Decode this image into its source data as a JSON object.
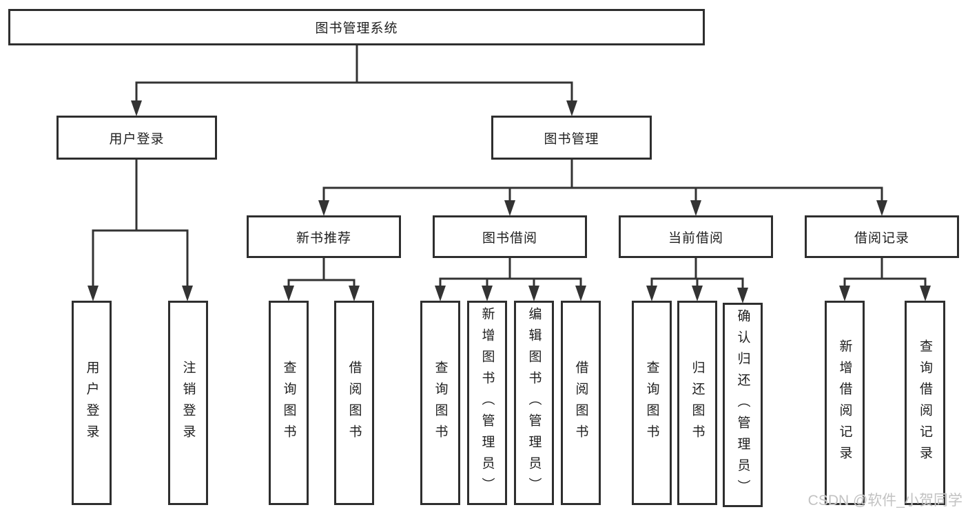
{
  "diagram": {
    "type": "tree",
    "root": {
      "label": "图书管理系统",
      "children": [
        {
          "label": "用户登录",
          "children": [
            {
              "label": "用户登录"
            },
            {
              "label": "注销登录"
            }
          ]
        },
        {
          "label": "图书管理",
          "children": [
            {
              "label": "新书推荐",
              "children": [
                {
                  "label": "查询图书"
                },
                {
                  "label": "借阅图书"
                }
              ]
            },
            {
              "label": "图书借阅",
              "children": [
                {
                  "label": "查询图书"
                },
                {
                  "label": "新增图书（管理员）"
                },
                {
                  "label": "编辑图书（管理员）"
                },
                {
                  "label": "借阅图书"
                }
              ]
            },
            {
              "label": "当前借阅",
              "children": [
                {
                  "label": "查询图书"
                },
                {
                  "label": "归还图书"
                },
                {
                  "label": "确认归还（管理员）"
                }
              ]
            },
            {
              "label": "借阅记录",
              "children": [
                {
                  "label": "新增借阅记录"
                },
                {
                  "label": "查询借阅记录"
                }
              ]
            }
          ]
        }
      ]
    }
  },
  "watermark": {
    "text": "CSDN @软件_小贺同学"
  },
  "colors": {
    "line": "#333333",
    "box_border": "#2e2e2e",
    "text": "#1e1e1e",
    "background": "#ffffff",
    "watermark": "#c2c2c2"
  }
}
